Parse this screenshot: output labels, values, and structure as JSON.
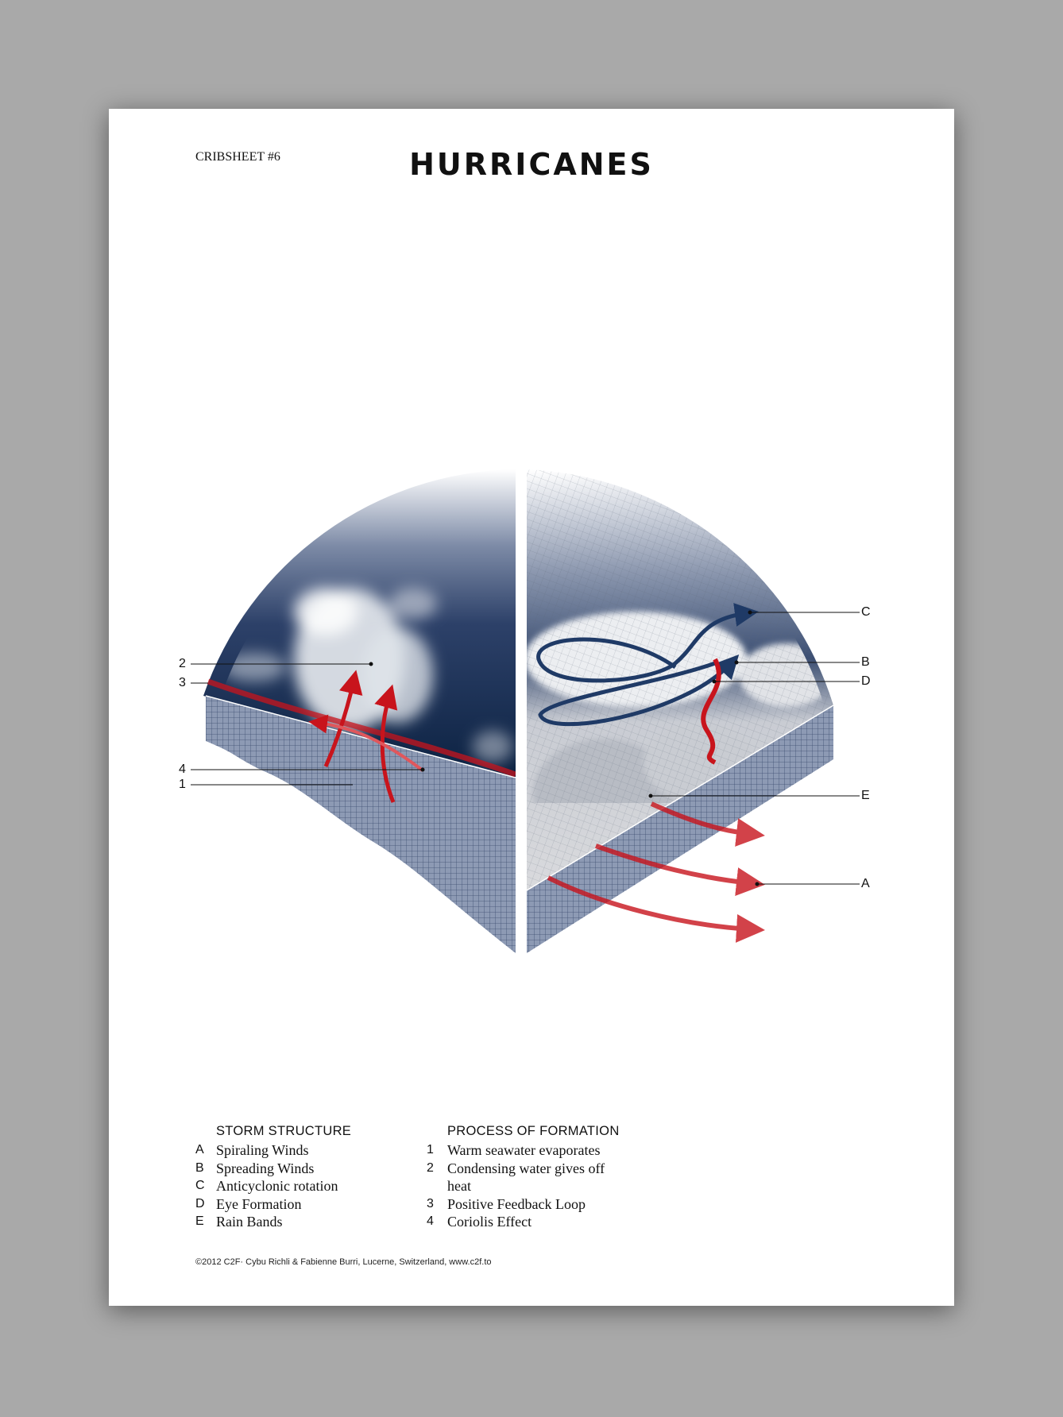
{
  "header": {
    "series": "CRIBSHEET #6",
    "title": "HURRICANES"
  },
  "diagram": {
    "left_labels": [
      "2",
      "3",
      "4",
      "1"
    ],
    "right_labels": [
      "C",
      "B",
      "D",
      "E",
      "A"
    ],
    "colors": {
      "ocean": "#0f2546",
      "sky": "#2d4169",
      "arrow_red": "#c8141c",
      "arrow_blue": "#1f3a66"
    }
  },
  "legend": {
    "storm_structure": {
      "heading": "STORM STRUCTURE",
      "items": [
        {
          "key": "A",
          "text": "Spiraling Winds"
        },
        {
          "key": "B",
          "text": "Spreading Winds"
        },
        {
          "key": "C",
          "text": "Anticyclonic rotation"
        },
        {
          "key": "D",
          "text": "Eye Formation"
        },
        {
          "key": "E",
          "text": "Rain Bands"
        }
      ]
    },
    "process_of_formation": {
      "heading": "PROCESS OF FORMATION",
      "items": [
        {
          "key": "1",
          "text": "Warm seawater evaporates"
        },
        {
          "key": "2",
          "text": "Condensing water gives off heat"
        },
        {
          "key": "3",
          "text": "Positive Feedback Loop"
        },
        {
          "key": "4",
          "text": "Coriolis Effect"
        }
      ]
    }
  },
  "footer": "©2012 C2F· Cybu Richli & Fabienne Burri, Lucerne, Switzerland, www.c2f.to"
}
